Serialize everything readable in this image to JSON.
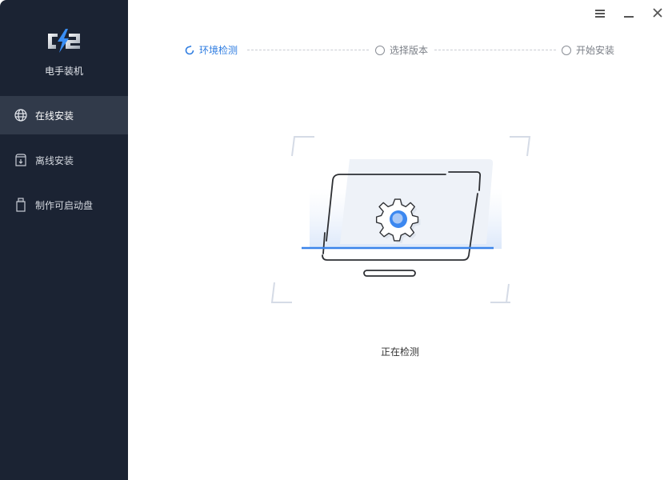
{
  "app": {
    "title": "电手装机"
  },
  "sidebar": {
    "items": [
      {
        "label": "在线安装",
        "icon": "globe-icon",
        "active": true
      },
      {
        "label": "离线安装",
        "icon": "download-box-icon",
        "active": false
      },
      {
        "label": "制作可启动盘",
        "icon": "usb-drive-icon",
        "active": false
      }
    ]
  },
  "window_controls": {
    "menu": "menu-icon",
    "minimize": "minimize-icon",
    "close": "close-icon"
  },
  "steps": [
    {
      "label": "环境检测",
      "state": "active"
    },
    {
      "label": "选择版本",
      "state": "pending"
    },
    {
      "label": "开始安装",
      "state": "pending"
    }
  ],
  "main": {
    "status": "正在检测"
  },
  "colors": {
    "sidebar_bg": "#1b2333",
    "sidebar_active": "#313a4a",
    "accent": "#2f7de1"
  }
}
